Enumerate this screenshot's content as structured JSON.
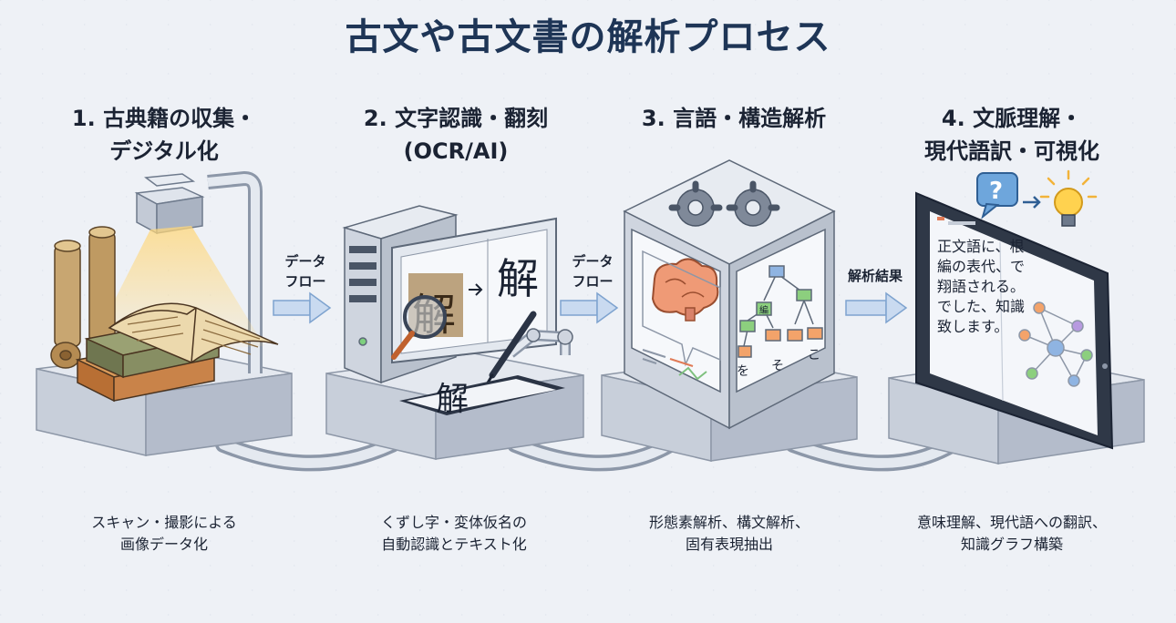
{
  "title": "古文や古文書の解析プロセス",
  "steps": [
    {
      "title_lines": [
        "1. 古典籍の収集・",
        "デジタル化"
      ],
      "desc_lines": [
        "スキャン・撮影による",
        "画像データ化"
      ]
    },
    {
      "title_lines": [
        "2. 文字認識・翻刻",
        "(OCR/AI)"
      ],
      "desc_lines": [
        "くずし字・変体仮名の",
        "自動認識とテキスト化"
      ]
    },
    {
      "title_lines": [
        "3. 言語・構造解析"
      ],
      "desc_lines": [
        "形態素解析、構文解析、",
        "固有表現抽出"
      ]
    },
    {
      "title_lines": [
        "4. 文脈理解・",
        "現代語訳・可視化"
      ],
      "desc_lines": [
        "意味理解、現代語への翻訳、",
        "知識グラフ構築"
      ]
    }
  ],
  "flows": [
    {
      "lines": [
        "データ",
        "フロー"
      ]
    },
    {
      "lines": [
        "データ",
        "フロー"
      ]
    },
    {
      "lines": [
        "解析結果"
      ]
    }
  ],
  "monitor": {
    "before": "解",
    "after": "解",
    "tablet": "解"
  },
  "tree_labels": [
    "編",
    "を",
    "そ",
    "こ"
  ],
  "screen_text": [
    "正文語に、根",
    "編の表代、で",
    "翔語される。",
    "でした、知識",
    "致します。"
  ],
  "bubble": "?",
  "colors": {
    "title": "#1e3556",
    "arrow": "#7ea3cf",
    "platform_top": "#dfe4ec",
    "platform_side": "#c3cad6"
  }
}
